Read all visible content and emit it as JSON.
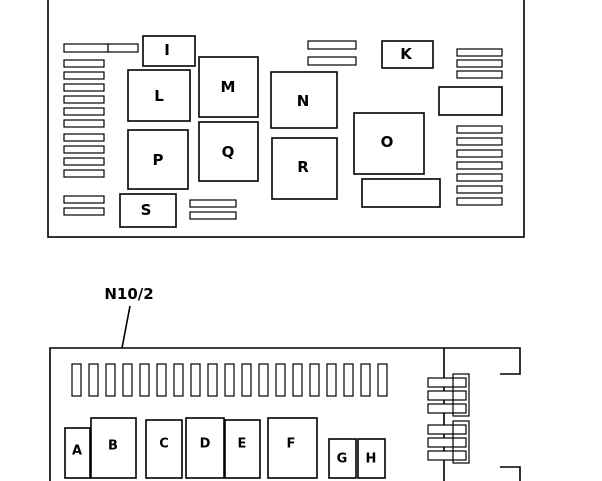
{
  "diagram": {
    "top_unit": {
      "labels": {
        "I": "I",
        "K": "K",
        "L": "L",
        "M": "M",
        "N": "N",
        "O": "O",
        "P": "P",
        "Q": "Q",
        "R": "R",
        "S": "S"
      }
    },
    "bottom_unit": {
      "callout": "N10/2",
      "labels": {
        "A": "A",
        "B": "B",
        "C": "C",
        "D": "D",
        "E": "E",
        "F": "F",
        "G": "G",
        "H": "H"
      }
    }
  },
  "colors": {
    "stroke": "#000000",
    "background": "#ffffff"
  }
}
